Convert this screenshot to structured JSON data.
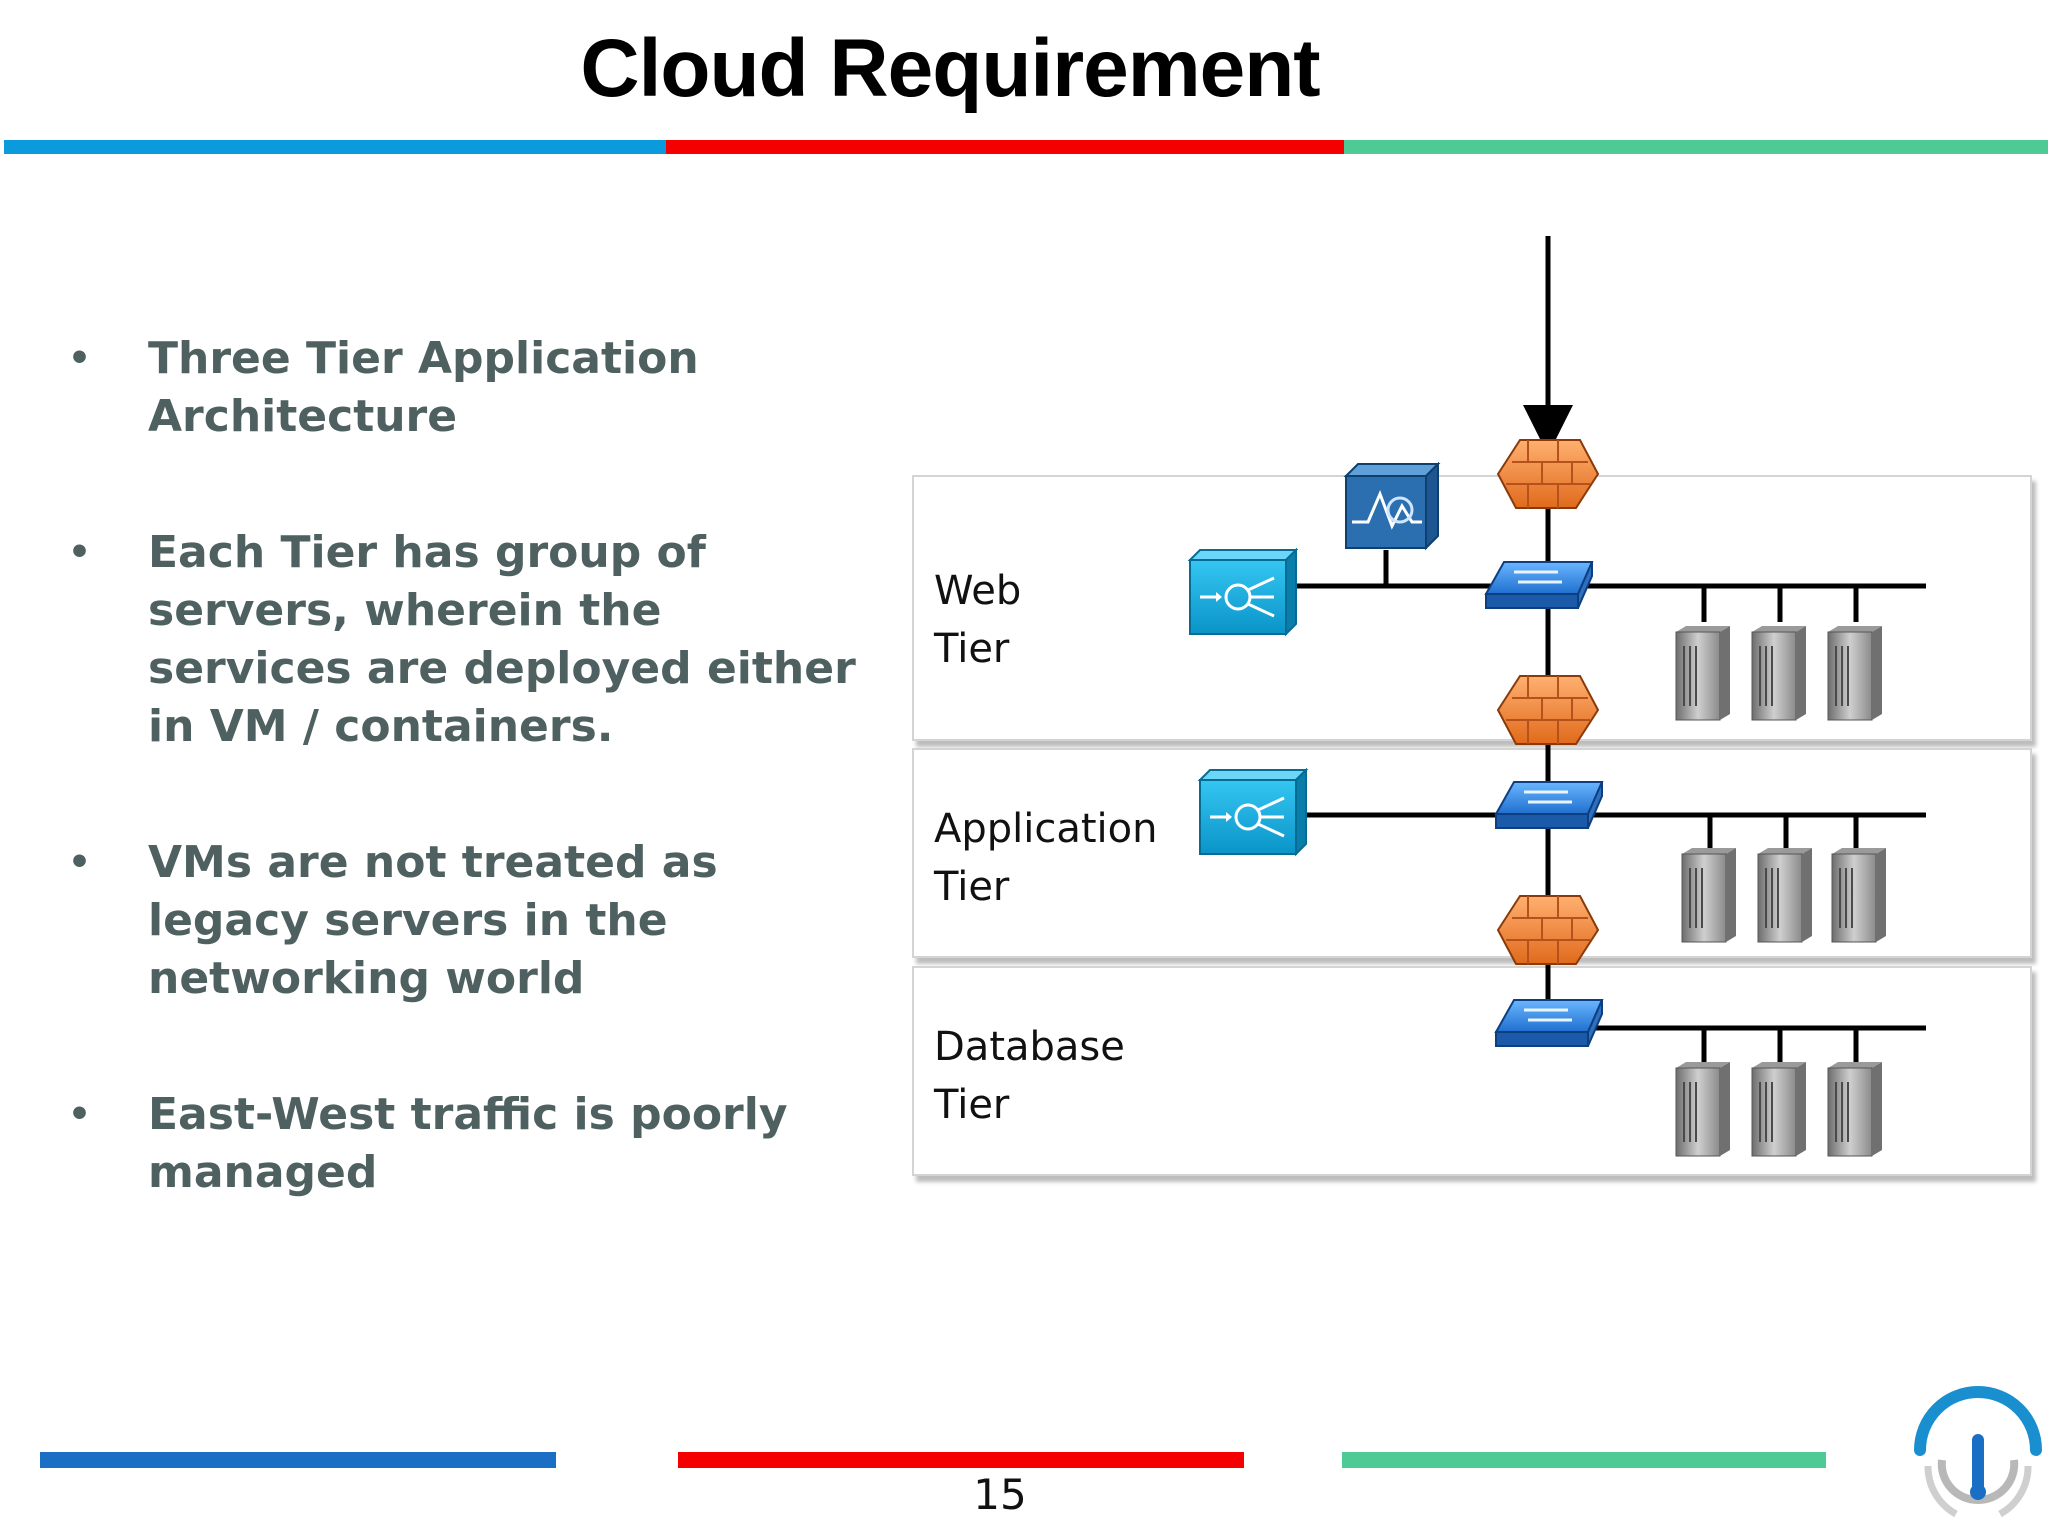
{
  "slide": {
    "title": "Cloud Requirement",
    "page_number": "15"
  },
  "colors": {
    "blue": "#0b9bdc",
    "red": "#f40000",
    "green": "#4ecb95",
    "footer_blue": "#1a6fc4",
    "text_gray": "#4f6060"
  },
  "bullets": [
    "Three Tier Application Architecture",
    "Each Tier has group of servers, wherein the services are deployed either in VM / containers.",
    "VMs are not treated as legacy servers in the networking world",
    "East-West traffic is poorly managed"
  ],
  "diagram": {
    "tiers": [
      {
        "label": "Web\nTier",
        "icons": [
          "firewall-icon",
          "monitor-icon",
          "load-balancer-icon",
          "switch-icon",
          "server-icon",
          "server-icon",
          "server-icon"
        ]
      },
      {
        "label": "Application\nTier",
        "icons": [
          "firewall-icon",
          "load-balancer-icon",
          "switch-icon",
          "server-icon",
          "server-icon",
          "server-icon"
        ]
      },
      {
        "label": "Database\nTier",
        "icons": [
          "firewall-icon",
          "switch-icon",
          "server-icon",
          "server-icon",
          "server-icon"
        ]
      }
    ]
  },
  "logo": {
    "icon": "network-signal-logo-icon"
  }
}
